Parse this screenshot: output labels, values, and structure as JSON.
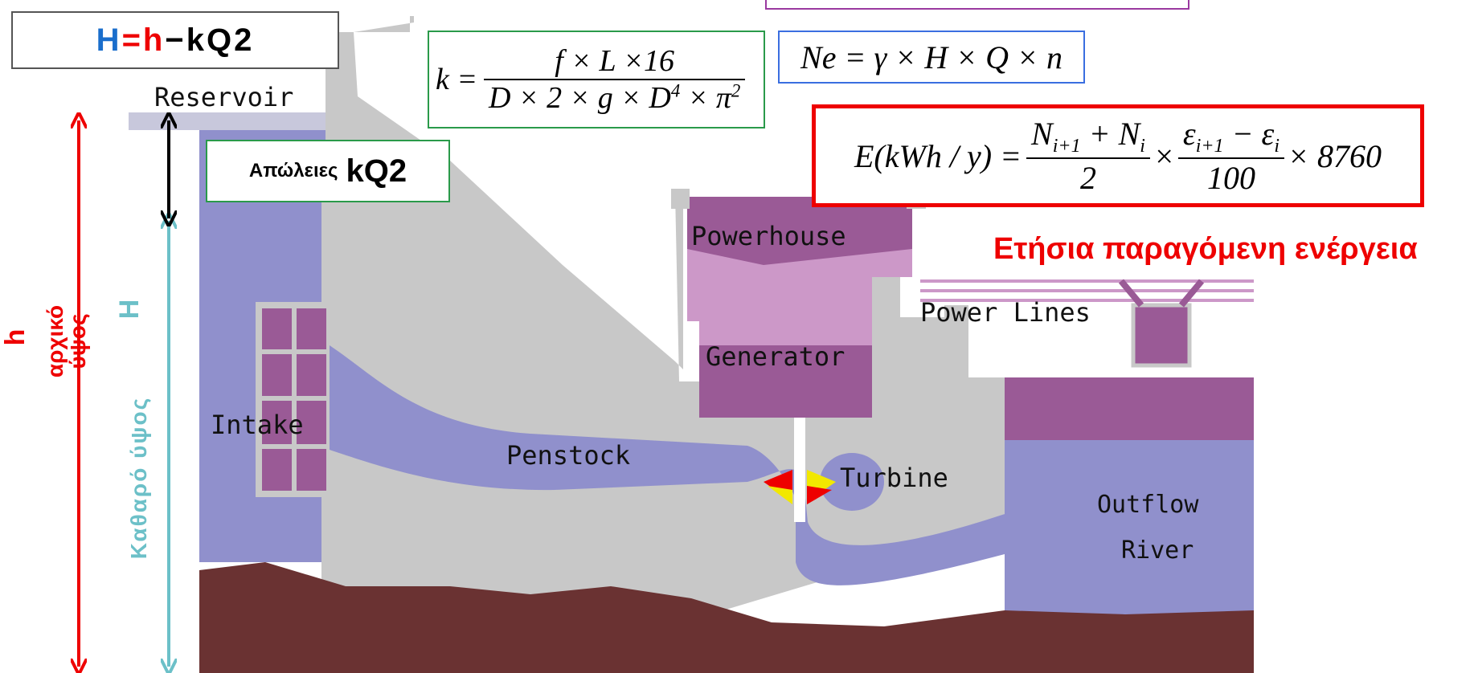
{
  "colors": {
    "dam": "#c8c8c8",
    "water": "#9090cc",
    "ground": "#6a3232",
    "powerhouse": "#cc98c8",
    "powerhouse_dark": "#9a5a96",
    "red": "#ee0000",
    "cyan": "#6cc0c8",
    "blue": "#1a6ecc"
  },
  "labels": {
    "reservoir": "Reservoir",
    "powerhouse": "Powerhouse",
    "power_lines": "Power Lines",
    "generator": "Generator",
    "intake": "Intake",
    "penstock": "Penstock",
    "turbine": "Turbine",
    "outflow": "Outflow",
    "river": "River"
  },
  "head_formula": {
    "H": "H",
    "eq": "=",
    "h": "h",
    "rest": "−kQ2"
  },
  "losses": {
    "word": "Απώλειες",
    "term": "kQ2"
  },
  "k_formula": {
    "lhs": "k =",
    "num": "f × L ×16",
    "den": "D × 2 × g × D",
    "den_pow": "4",
    "den_tail": " × π",
    "den_pow2": "2"
  },
  "ne_formula": "Ne = γ × H × Q × n",
  "energy_formula": {
    "lhs": "E(kWh / y) =",
    "f1_num_a": "N",
    "f1_num_a_sub": "i+1",
    "f1_num_mid": " + N",
    "f1_num_b_sub": "i",
    "f1_den": "2",
    "times": "×",
    "f2_num_a": "ε",
    "f2_num_a_sub": "i+1",
    "f2_num_mid": " − ε",
    "f2_num_b_sub": "i",
    "f2_den": "100",
    "tail": "× 8760"
  },
  "annual_energy": "Ετήσια παραγόμενη ενέργεια",
  "axis_h": {
    "letter": "h",
    "line1": "αρχικό",
    "line2": "ύψος"
  },
  "axis_H": {
    "letter": "H",
    "text": "Καθαρό ύψος"
  }
}
